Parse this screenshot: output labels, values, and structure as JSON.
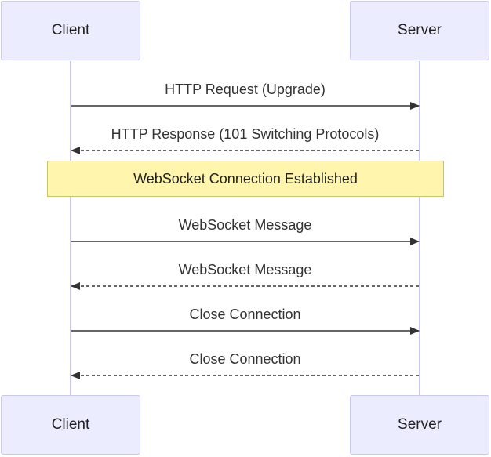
{
  "participants": {
    "client": "Client",
    "server": "Server"
  },
  "note": "WebSocket Connection Established",
  "messages": [
    {
      "label": "HTTP Request (Upgrade)",
      "direction": "client-to-server",
      "style": "solid"
    },
    {
      "label": "HTTP Response (101 Switching Protocols)",
      "direction": "server-to-client",
      "style": "dashed"
    },
    {
      "label": "WebSocket Message",
      "direction": "client-to-server",
      "style": "solid"
    },
    {
      "label": "WebSocket Message",
      "direction": "server-to-client",
      "style": "dashed"
    },
    {
      "label": "Close Connection",
      "direction": "client-to-server",
      "style": "solid"
    },
    {
      "label": "Close Connection",
      "direction": "server-to-client",
      "style": "dashed"
    }
  ],
  "colors": {
    "actor_fill": "#ececff",
    "actor_border": "#c9c9f0",
    "note_fill": "#fff5ad",
    "note_border": "#c9c56a",
    "lifeline": "#c8c8ee",
    "arrow": "#333333"
  }
}
